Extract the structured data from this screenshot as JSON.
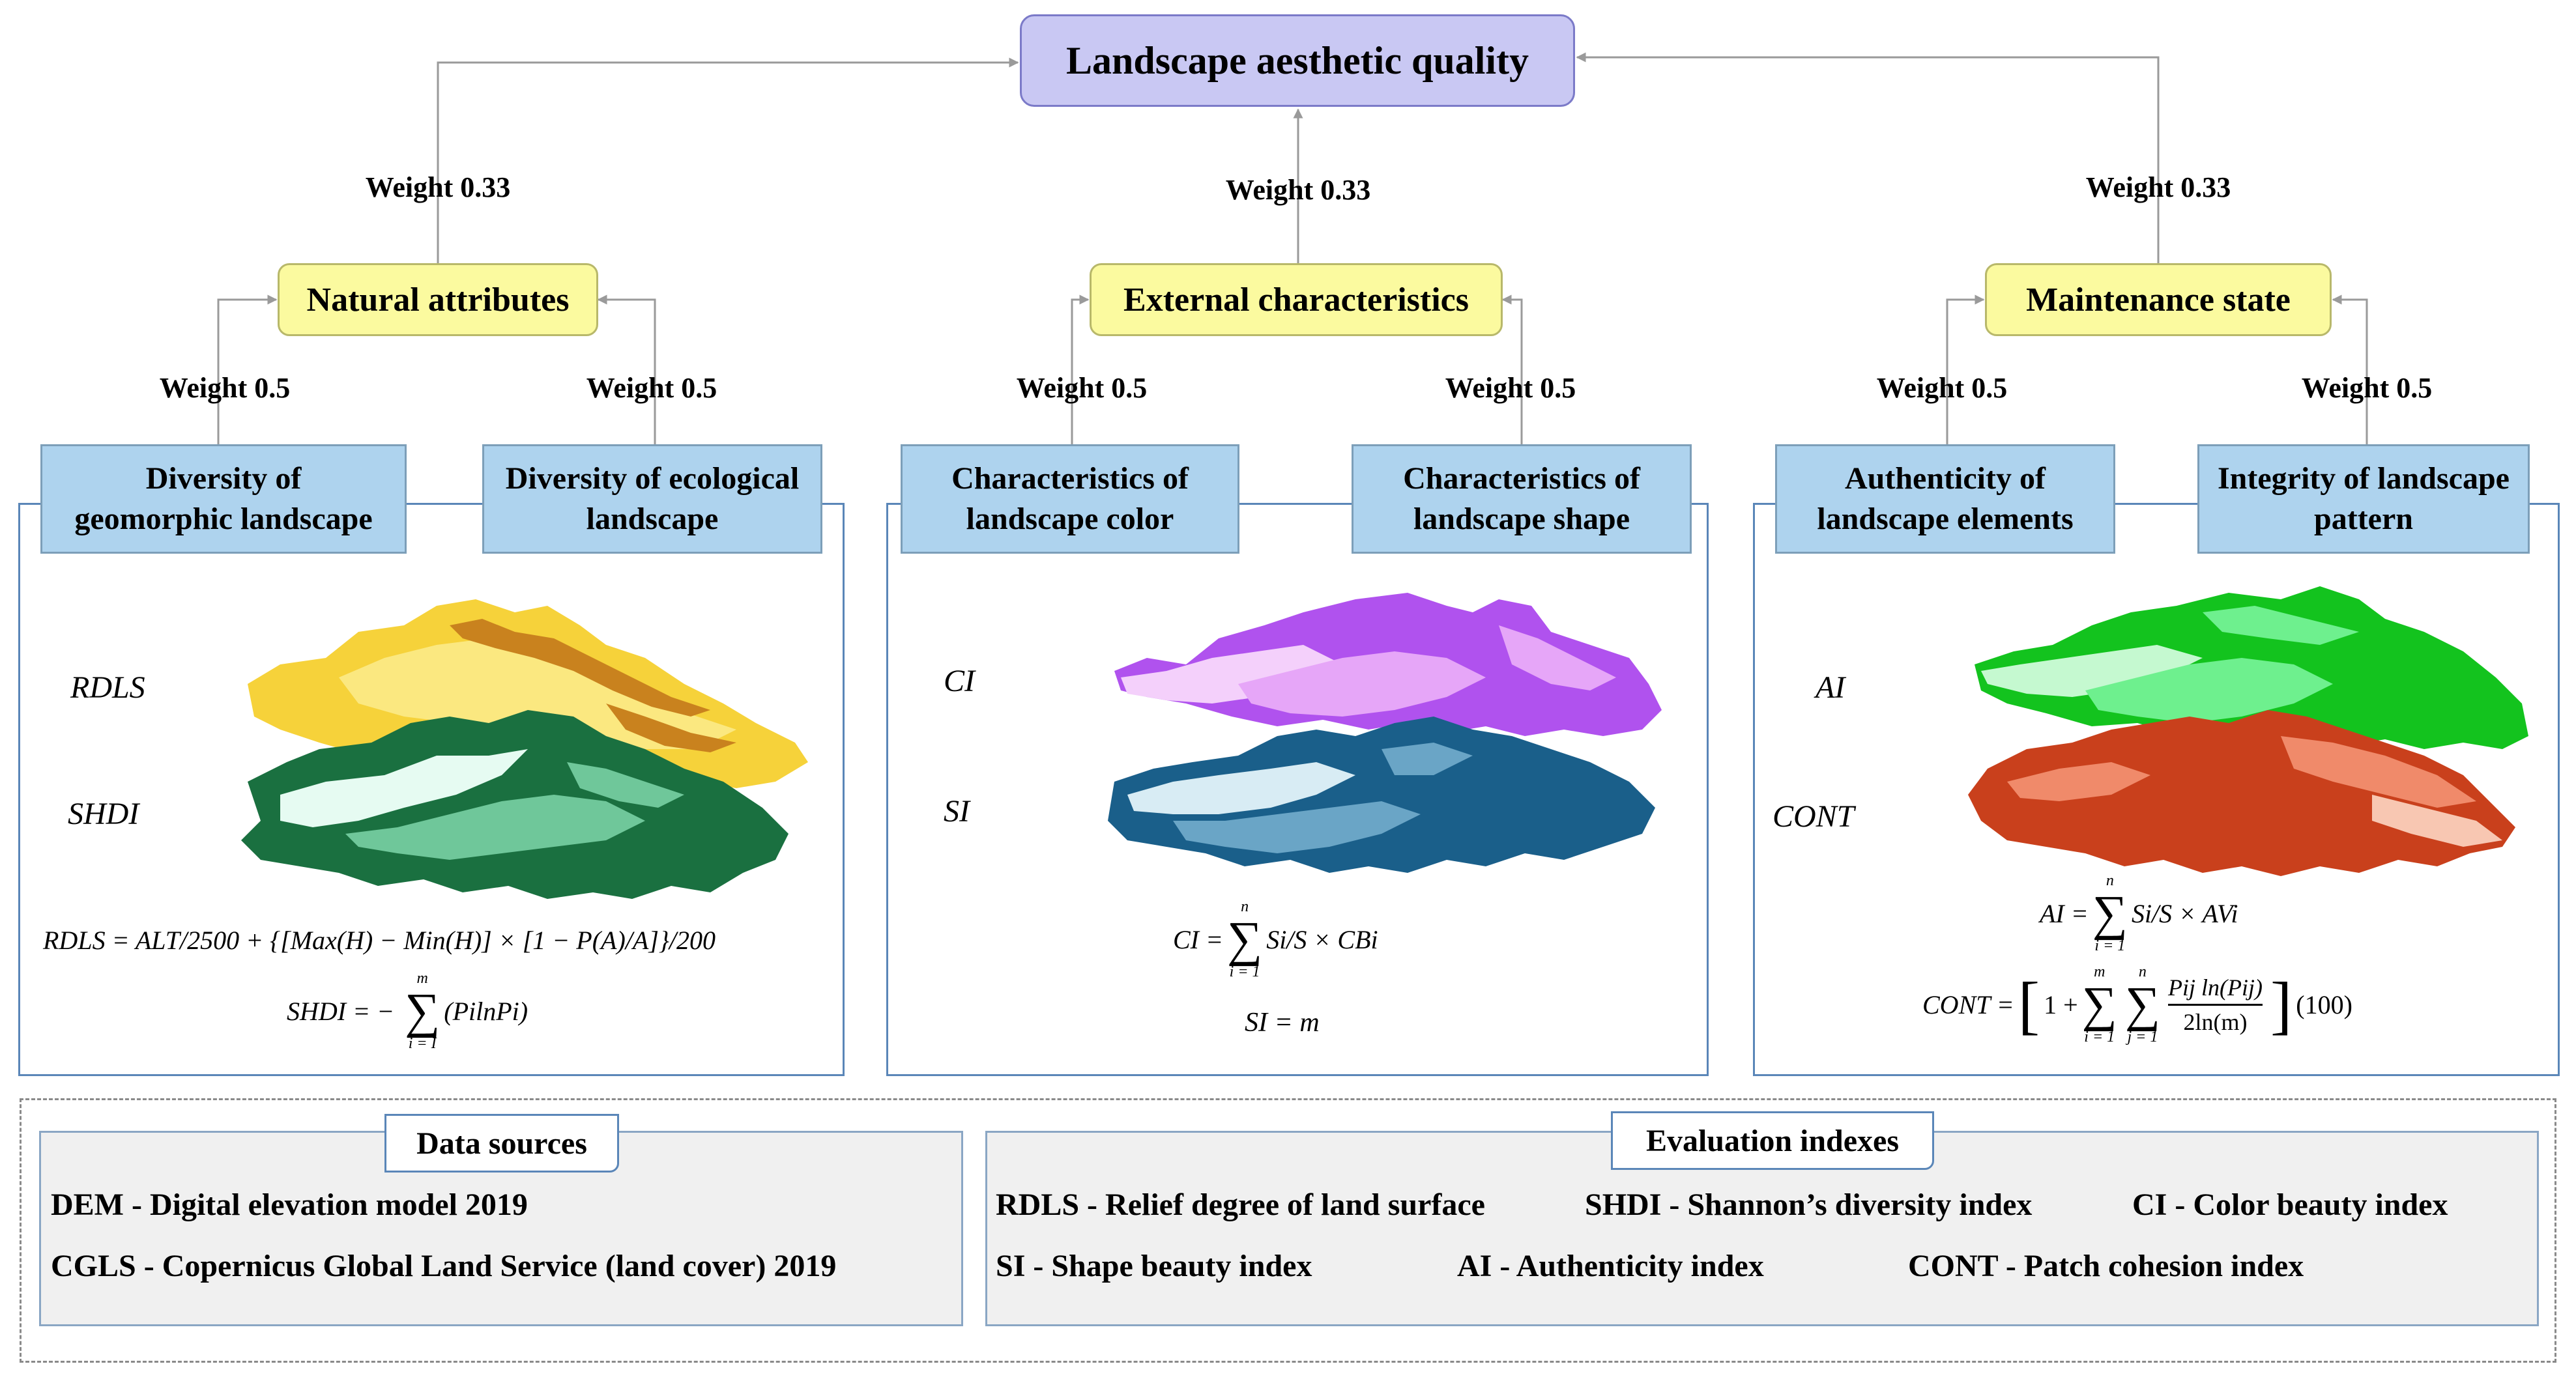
{
  "root": {
    "title": "Landscape aesthetic quality"
  },
  "level1": [
    {
      "label": "Natural attributes",
      "weight": "Weight 0.33"
    },
    {
      "label": "External characteristics",
      "weight": "Weight 0.33"
    },
    {
      "label": "Maintenance state",
      "weight": "Weight 0.33"
    }
  ],
  "level2": [
    {
      "label": "Diversity of geomorphic landscape",
      "weight": "Weight 0.5"
    },
    {
      "label": "Diversity of ecological landscape",
      "weight": "Weight 0.5"
    },
    {
      "label": "Characteristics of landscape color",
      "weight": "Weight 0.5"
    },
    {
      "label": "Characteristics of landscape shape",
      "weight": "Weight 0.5"
    },
    {
      "label": "Authenticity of landscape elements",
      "weight": "Weight 0.5"
    },
    {
      "label": "Integrity of landscape pattern",
      "weight": "Weight 0.5"
    }
  ],
  "panels": [
    {
      "index_top": "RDLS",
      "index_bottom": "SHDI",
      "colors_top": [
        "#f6d23a",
        "#fbe880",
        "#c9821e"
      ],
      "colors_bottom": [
        "#1a7040",
        "#6fc79a",
        "#e6fbf2"
      ]
    },
    {
      "index_top": "CI",
      "index_bottom": "SI",
      "colors_top": [
        "#b052ee",
        "#e6a6f8",
        "#f4d0fb"
      ],
      "colors_bottom": [
        "#1a5f8a",
        "#6aa5c6",
        "#d8ecf4"
      ]
    },
    {
      "index_top": "AI",
      "index_bottom": "CONT",
      "colors_top": [
        "#13c31e",
        "#6ef08e",
        "#c5f9d0"
      ],
      "colors_bottom": [
        "#c9401c",
        "#f08a6a",
        "#f8c7b2"
      ]
    }
  ],
  "formulas": {
    "rdls": "RDLS = ALT/2500 + {[Max(H) − Min(H)] × [1 − P(A)/A]}/200",
    "shdi_lhs": "SHDI",
    "shdi_rhs": "(PilnPi)",
    "shdi_sum_top": "m",
    "shdi_sum_bottom": "i = I",
    "ci_lhs": "CI =",
    "ci_rhs": "Si/S × CBi",
    "ci_sum_top": "n",
    "ci_sum_bottom": "i = 1",
    "si": "SI = m",
    "ai_lhs": "AI =",
    "ai_rhs": "Si/S × AVi",
    "ai_sum_top": "n",
    "ai_sum_bottom": "i = 1",
    "cont_lhs": "CONT =",
    "cont_numerator": "Pij ln(Pij)",
    "cont_denominator": "2ln(m)",
    "cont_tail": "(100)",
    "cont_sum1_top": "m",
    "cont_sum1_bottom": "i = 1",
    "cont_sum2_top": "n",
    "cont_sum2_bottom": "j = 1"
  },
  "data_sources": {
    "title": "Data sources",
    "items": [
      "DEM - Digital elevation model 2019",
      "CGLS - Copernicus Global Land Service (land cover) 2019"
    ]
  },
  "evaluation_indexes": {
    "title": "Evaluation indexes",
    "items": [
      "RDLS - Relief degree of land surface",
      "SHDI - Shannon’s diversity index",
      "CI - Color beauty index",
      "SI - Shape beauty index",
      "AI - Authenticity index",
      "CONT - Patch cohesion index"
    ]
  }
}
